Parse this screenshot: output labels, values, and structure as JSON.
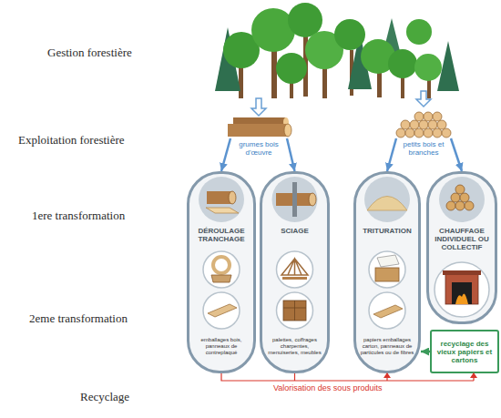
{
  "diagram": {
    "nodes": [
      {
        "text": [
          "grumes bois d'œuvre"
        ]
      },
      {
        "text": [
          "petits bois et branches"
        ]
      },
      {
        "text": [
          "DÉROULAGE TRANCHAGE",
          "emballages bois, panneaux de contreplaqué"
        ]
      },
      {
        "text": [
          "SCIAGE",
          "palettes, coffrages charpentes, menuiseries, meubles"
        ]
      },
      {
        "text": [
          "TRITURATION",
          "papiers emballages carton, panneaux de particules ou de fibres"
        ]
      },
      {
        "text": [
          "CHAUFFAGE INDIVIDUEL OU COLLECTIF"
        ]
      },
      {
        "text": [
          "recyclage des vieux papiers et cartons"
        ]
      }
    ],
    "edges": [
      {
        "from": 0,
        "to": 2,
        "arrow": "to"
      },
      {
        "from": 0,
        "to": 3,
        "arrow": "to"
      },
      {
        "from": 1,
        "to": 4,
        "arrow": "to"
      },
      {
        "from": 1,
        "to": 5,
        "arrow": "to"
      },
      {
        "from": 6,
        "to": 4,
        "arrow": "to"
      }
    ],
    "labels": [
      "Gestion forestière",
      "Exploitation forestière",
      "1ere transformation",
      "2eme transformation",
      "Recyclage",
      "Valorisation des sous produits"
    ]
  }
}
